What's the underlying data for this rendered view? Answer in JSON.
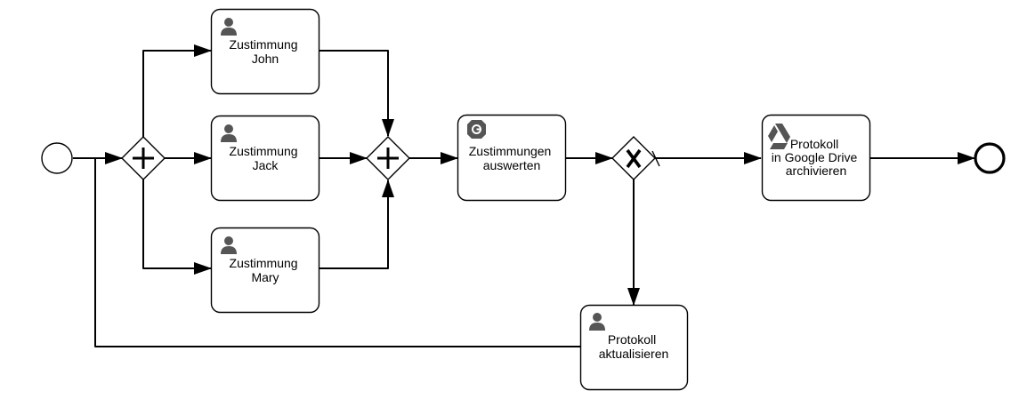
{
  "diagram": {
    "tasks": {
      "john": {
        "line1": "Zustimmung",
        "line2": "John",
        "icon": "user-icon"
      },
      "jack": {
        "line1": "Zustimmung",
        "line2": "Jack",
        "icon": "user-icon"
      },
      "mary": {
        "line1": "Zustimmung",
        "line2": "Mary",
        "icon": "user-icon"
      },
      "evaluate": {
        "line1": "Zustimmungen",
        "line2": "auswerten",
        "icon": "script-icon"
      },
      "archive": {
        "line1": "Protokoll",
        "line2": "in Google Drive",
        "line3": "archivieren",
        "icon": "google-drive-icon"
      },
      "update": {
        "line1": "Protokoll",
        "line2": "aktualisieren",
        "icon": "user-icon"
      }
    },
    "gateways": {
      "split": {
        "type": "parallel",
        "icon": "plus-icon"
      },
      "join": {
        "type": "parallel",
        "icon": "plus-icon"
      },
      "decision": {
        "type": "exclusive",
        "icon": "x-icon"
      }
    },
    "events": {
      "start": {
        "type": "start"
      },
      "end": {
        "type": "end"
      }
    }
  }
}
